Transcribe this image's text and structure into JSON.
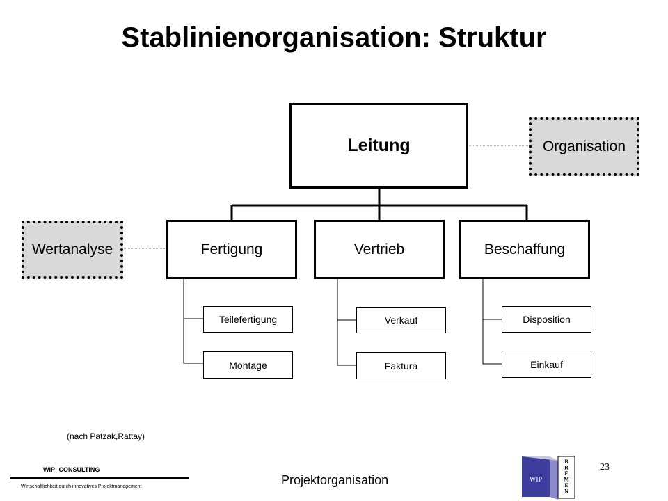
{
  "title": "Stablinienorganisation: Struktur",
  "nodes": {
    "leitung": "Leitung",
    "organisation": "Organisation",
    "wertanalyse": "Wertanalyse",
    "fertigung": "Fertigung",
    "vertrieb": "Vertrieb",
    "beschaffung": "Beschaffung",
    "teilefertigung": "Teilefertigung",
    "montage": "Montage",
    "verkauf": "Verkauf",
    "faktura": "Faktura",
    "disposition": "Disposition",
    "einkauf": "Einkauf"
  },
  "source": "(nach Patzak,Rattay)",
  "footer": {
    "company": "WIP- CONSULTING",
    "tagline": "Wirtschaftlichkeit durch innovatives Projektmanagement",
    "center": "Projektorganisation",
    "page": "23",
    "logo_text": "WIP",
    "logo_city": "BREMEN"
  },
  "colors": {
    "staff_fill": "#d9d9d9",
    "logo_blue": "#3d3d9e"
  },
  "icons": [
    "wip-bremen-logo-icon"
  ]
}
